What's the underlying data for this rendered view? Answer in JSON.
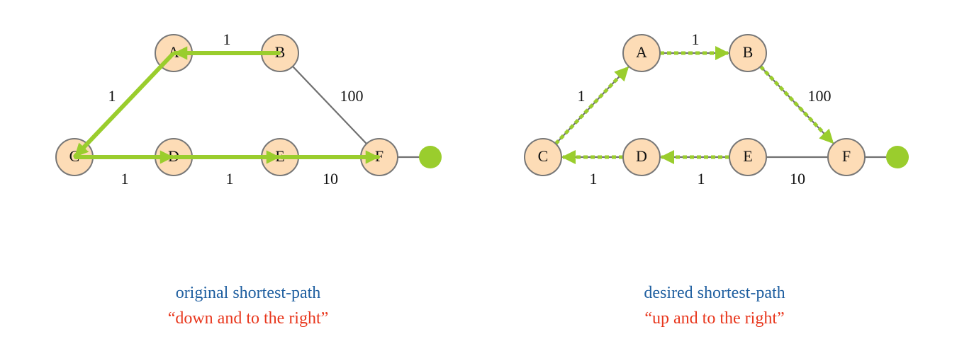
{
  "colors": {
    "node_fill": "#fddcb6",
    "node_stroke": "#777777",
    "edge": "#707070",
    "path": "#9acd2d",
    "title": "#1f5fa0",
    "subtitle": "#e8361c"
  },
  "panels": [
    {
      "id": "original",
      "title": "original shortest-path",
      "subtitle": "“down and to the right”",
      "path_style": "solid",
      "nodes": [
        {
          "id": "A",
          "label": "A"
        },
        {
          "id": "B",
          "label": "B"
        },
        {
          "id": "C",
          "label": "C"
        },
        {
          "id": "D",
          "label": "D"
        },
        {
          "id": "E",
          "label": "E"
        },
        {
          "id": "F",
          "label": "F"
        }
      ],
      "edges": [
        {
          "from": "B",
          "to": "A",
          "weight": "1",
          "on_path": true
        },
        {
          "from": "A",
          "to": "C",
          "weight": "1",
          "on_path": true
        },
        {
          "from": "B",
          "to": "F",
          "weight": "100",
          "on_path": false
        },
        {
          "from": "C",
          "to": "D",
          "weight": "1",
          "on_path": true
        },
        {
          "from": "D",
          "to": "E",
          "weight": "1",
          "on_path": true
        },
        {
          "from": "E",
          "to": "F",
          "weight": "10",
          "on_path": true
        }
      ]
    },
    {
      "id": "desired",
      "title": "desired shortest-path",
      "subtitle": "“up and to the right”",
      "path_style": "dashed",
      "nodes": [
        {
          "id": "A",
          "label": "A"
        },
        {
          "id": "B",
          "label": "B"
        },
        {
          "id": "C",
          "label": "C"
        },
        {
          "id": "D",
          "label": "D"
        },
        {
          "id": "E",
          "label": "E"
        },
        {
          "id": "F",
          "label": "F"
        }
      ],
      "edges": [
        {
          "from": "A",
          "to": "B",
          "weight": "1",
          "on_path": true
        },
        {
          "from": "C",
          "to": "A",
          "weight": "1",
          "on_path": true
        },
        {
          "from": "B",
          "to": "F",
          "weight": "100",
          "on_path": true
        },
        {
          "from": "D",
          "to": "C",
          "weight": "1",
          "on_path": true
        },
        {
          "from": "E",
          "to": "D",
          "weight": "1",
          "on_path": true
        },
        {
          "from": "E",
          "to": "F",
          "weight": "10",
          "on_path": false
        }
      ]
    }
  ]
}
